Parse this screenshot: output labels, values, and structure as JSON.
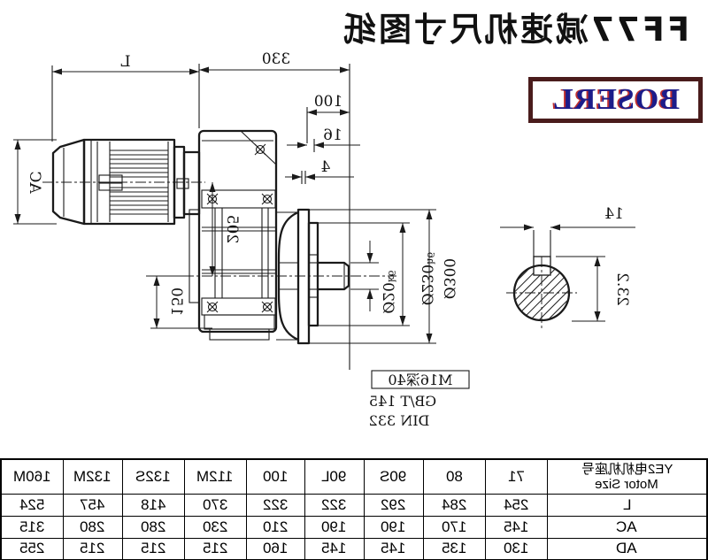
{
  "title": "FF77减速机尺寸图纸",
  "logo": {
    "text": "BOSERL"
  },
  "drawing": {
    "dim_L": "L",
    "dim_330": "330",
    "dim_100": "100",
    "dim_16": "16",
    "dim_4": "4",
    "dim_AC": "AC",
    "dim_205": "205",
    "dim_150": "150",
    "dim_d300": "Ø300",
    "dim_d230": "Ø230",
    "dim_d230_tol": "h6",
    "dim_d20": "Ø20",
    "dim_d20_tol": "k6",
    "notes": [
      "M16深40",
      "GB/T 145",
      "DIN 332"
    ],
    "detail": {
      "dim_14": "14",
      "dim_232": "23.2"
    }
  },
  "table": {
    "header": {
      "line1": "YE2电机机座号",
      "line2": "Motor Size"
    },
    "columns": [
      "160M",
      "132M",
      "132S",
      "112M",
      "100",
      "90L",
      "90S",
      "80",
      "71"
    ],
    "rows": [
      {
        "label": "L",
        "values": [
          "524",
          "457",
          "418",
          "370",
          "322",
          "322",
          "292",
          "284",
          "254"
        ]
      },
      {
        "label": "AC",
        "values": [
          "315",
          "280",
          "280",
          "230",
          "210",
          "190",
          "190",
          "170",
          "145"
        ]
      },
      {
        "label": "AD",
        "values": [
          "255",
          "215",
          "215",
          "215",
          "160",
          "145",
          "145",
          "135",
          "130"
        ]
      }
    ]
  },
  "colors": {
    "line": "#1a1a1a",
    "logo_border": "#4a1c1c",
    "logo_text": "#1c1c8a",
    "logo_fringe": "#c03030"
  }
}
